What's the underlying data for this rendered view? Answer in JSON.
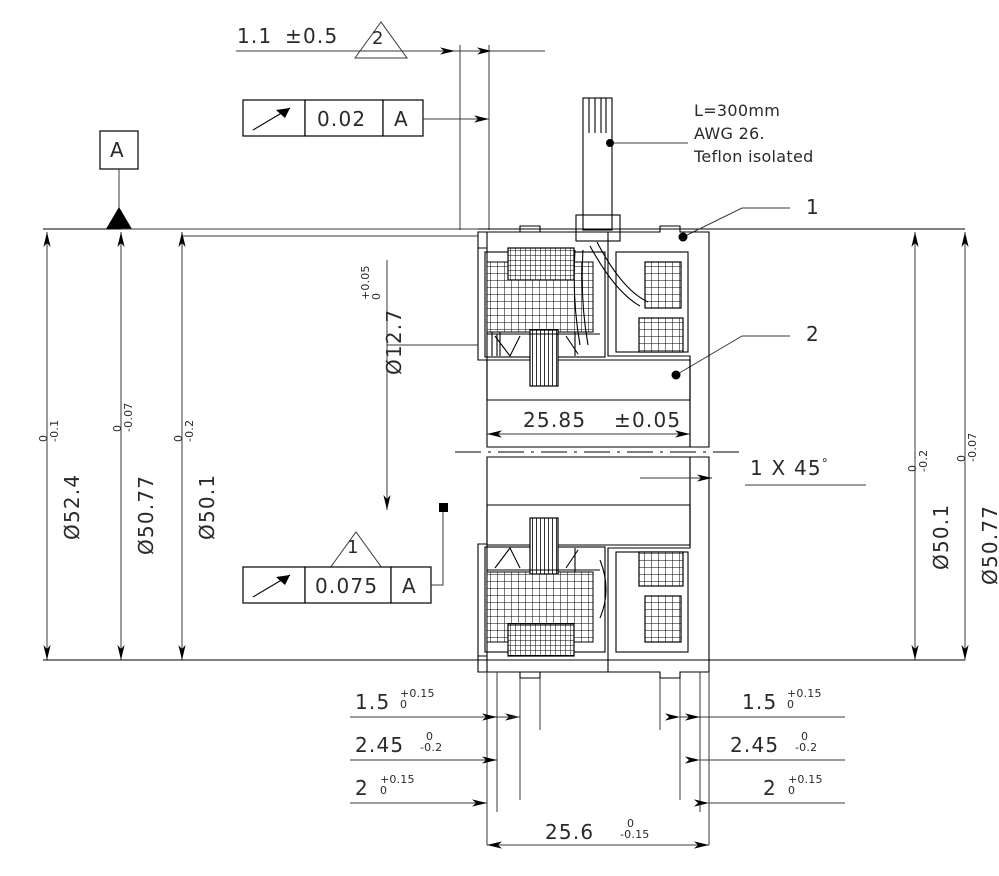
{
  "drawing": {
    "type": "mechanical-section-view",
    "subject": "Motor / encoder assembly cross-section",
    "units": "mm"
  },
  "notes": {
    "cable_line1": "L=300mm",
    "cable_line2": "AWG 26.",
    "cable_line3": "Teflon isolated"
  },
  "datum": {
    "label": "A"
  },
  "balloons": {
    "item1": "1",
    "item2": "2",
    "tri_top": "2",
    "tri_mid": "1"
  },
  "gdt": {
    "top": {
      "symbol": "runout-arrow",
      "value": "0.02",
      "datum": "A",
      "flag": "2"
    },
    "mid": {
      "symbol": "runout-arrow",
      "value": "0.075",
      "datum": "A",
      "flag": "1"
    }
  },
  "dimensions": {
    "top_thickness": {
      "value": "1.1",
      "tol": "±0.5",
      "flag": "2"
    },
    "bore": {
      "prefix": "Ø",
      "value": "12.7",
      "tol_upper": "+0.05",
      "tol_lower": "0"
    },
    "inner_width": {
      "value": "25.85",
      "tol": "±0.05"
    },
    "chamfer": {
      "value": "1 X 45",
      "symbol": "°"
    },
    "outer_dia_left_1": {
      "prefix": "Ø",
      "value": "52.4",
      "tol_upper": "0",
      "tol_lower": "-0.1"
    },
    "outer_dia_left_2": {
      "prefix": "Ø",
      "value": "50.77",
      "tol_upper": "0",
      "tol_lower": "-0.07"
    },
    "outer_dia_left_3": {
      "prefix": "Ø",
      "value": "50.1",
      "tol_upper": "0",
      "tol_lower": "-0.2"
    },
    "outer_dia_right_1": {
      "prefix": "Ø",
      "value": "50.1",
      "tol_upper": "0",
      "tol_lower": "-0.2"
    },
    "outer_dia_right_2": {
      "prefix": "Ø",
      "value": "50.77",
      "tol_upper": "0",
      "tol_lower": "-0.07"
    },
    "bl_1": {
      "value": "1.5",
      "tol_upper": "+0.15",
      "tol_lower": "0"
    },
    "bl_2": {
      "value": "2.45",
      "tol_upper": "0",
      "tol_lower": "-0.2"
    },
    "bl_3": {
      "value": "2",
      "tol_upper": "+0.15",
      "tol_lower": "0"
    },
    "br_1": {
      "value": "1.5",
      "tol_upper": "+0.15",
      "tol_lower": "0"
    },
    "br_2": {
      "value": "2.45",
      "tol_upper": "0",
      "tol_lower": "-0.2"
    },
    "br_3": {
      "value": "2",
      "tol_upper": "+0.15",
      "tol_lower": "0"
    },
    "bottom_overall": {
      "value": "25.6",
      "tol_upper": "0",
      "tol_lower": "-0.15"
    }
  }
}
